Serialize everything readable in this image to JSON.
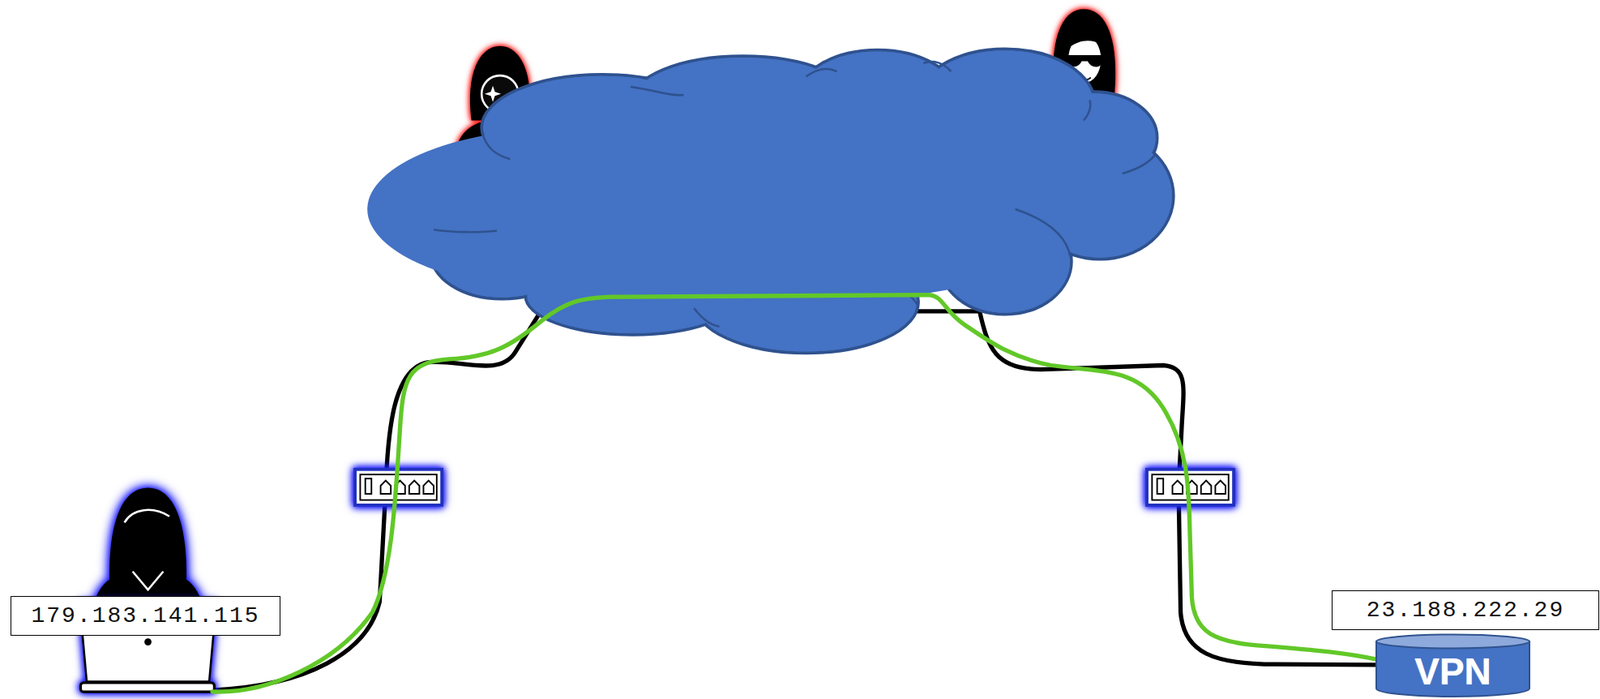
{
  "diagram": {
    "nodes": [
      {
        "text": [
          "179.183.141.115"
        ]
      },
      {
        "text": [
          "23.188.222.29",
          "VPN"
        ]
      }
    ],
    "edges": [
      {
        "from": 0,
        "to": 1,
        "arrow": "none"
      },
      {
        "from": 0,
        "to": 1,
        "arrow": "none"
      }
    ]
  }
}
